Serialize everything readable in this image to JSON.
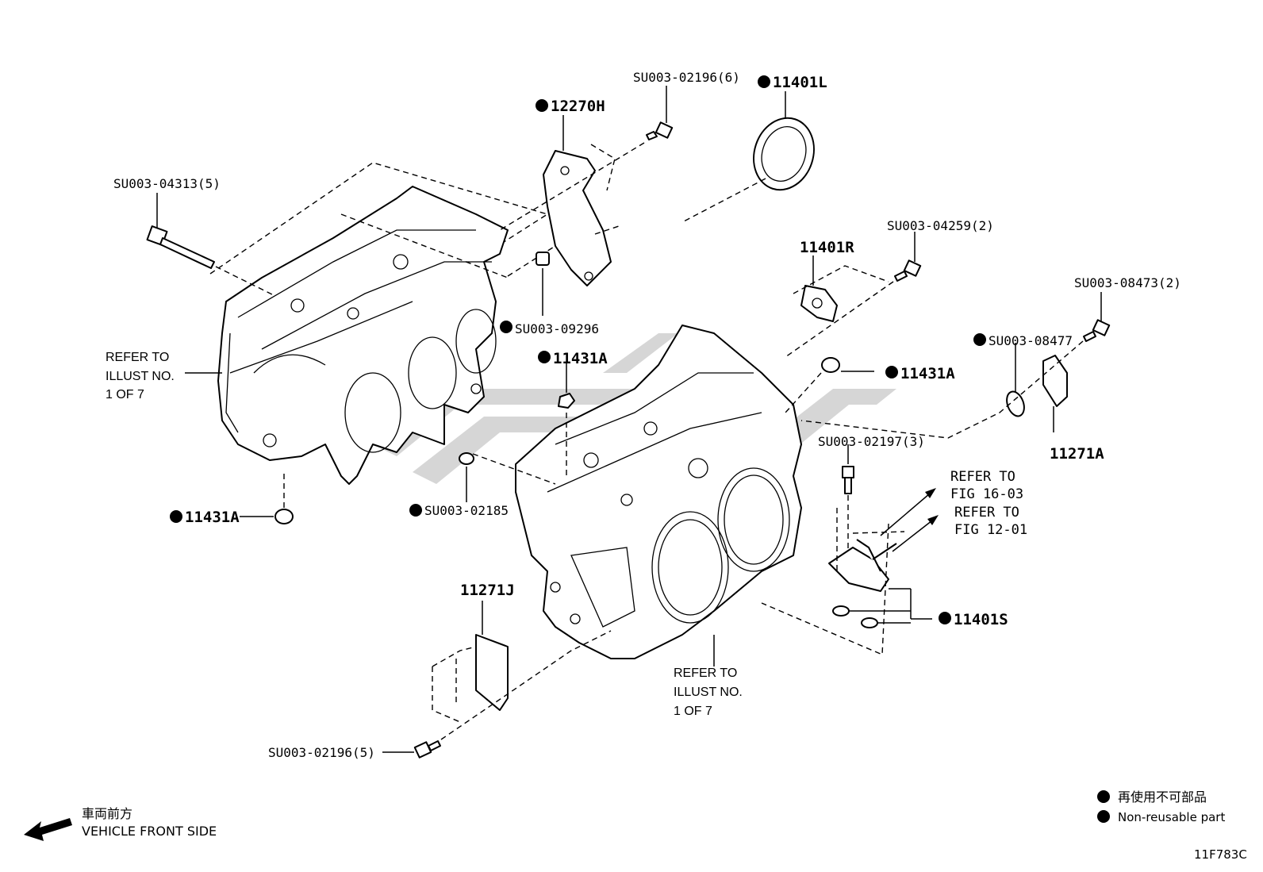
{
  "figure_id": "11F783C",
  "direction_note": {
    "jp": "車両前方",
    "en": "VEHICLE FRONT SIDE"
  },
  "legend": {
    "jp": "再使用不可部品",
    "en": "Non-reusable part"
  },
  "callouts": {
    "c_12270H": "12270H",
    "c_02196_6": "SU003-02196(6)",
    "c_11401L": "11401L",
    "c_04313": "SU003-04313(5)",
    "c_04259": "SU003-04259(2)",
    "c_11401R": "11401R",
    "c_08473": "SU003-08473(2)",
    "c_09296": "SU003-09296",
    "c_08477": "SU003-08477",
    "c_11431A_mid": "11431A",
    "c_11431A_right": "11431A",
    "c_11271A": "11271A",
    "c_02197": "SU003-02197(3)",
    "c_11431A_left": "11431A",
    "c_02185": "SU003-02185",
    "c_11271J": "11271J",
    "c_11401S": "11401S",
    "c_02196_5": "SU003-02196(5)",
    "fig_ref_1": "REFER TO",
    "fig_ref_1b": "FIG 16-03",
    "fig_ref_2": "REFER TO",
    "fig_ref_2b": "FIG 12-01"
  },
  "refer_left": {
    "l1": "REFER TO",
    "l2": "ILLUST NO.",
    "l3": "1 OF 7"
  },
  "refer_bottom": {
    "l1": "REFER TO",
    "l2": "ILLUST NO.",
    "l3": "1 OF 7"
  },
  "colors": {
    "line": "#000000",
    "watermark": "#c8c8c8"
  }
}
